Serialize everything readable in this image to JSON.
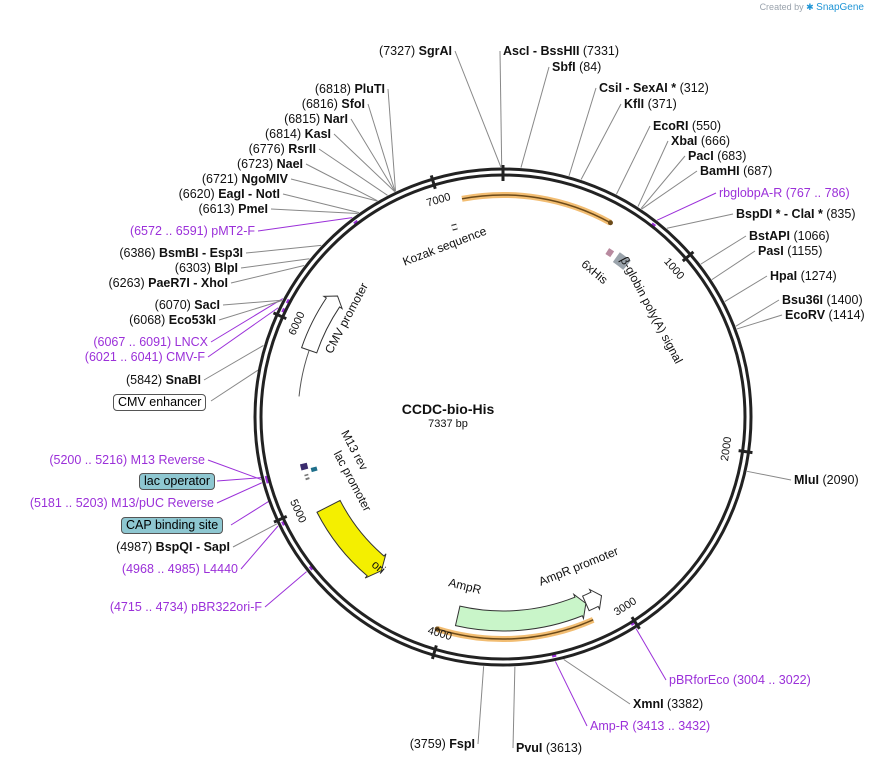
{
  "credit": {
    "prefix": "Created by",
    "brand": "SnapGene"
  },
  "plasmid": {
    "name": "CCDC-bio-His",
    "size_label": "7337 bp",
    "length": 7337
  },
  "ring_ticks": [
    {
      "pos": 1000,
      "label": "1000"
    },
    {
      "pos": 2000,
      "label": "2000"
    },
    {
      "pos": 3000,
      "label": "3000"
    },
    {
      "pos": 4000,
      "label": "4000"
    },
    {
      "pos": 5000,
      "label": "5000"
    },
    {
      "pos": 6000,
      "label": "6000"
    },
    {
      "pos": 7000,
      "label": "7000"
    }
  ],
  "sites": [
    {
      "name": "AscI  -  BssHII",
      "pos_text": "(7331)",
      "bp": 7331,
      "kind": "enzyme"
    },
    {
      "name": "SbfI",
      "pos_text": "(84)",
      "bp": 84,
      "kind": "enzyme"
    },
    {
      "name": "CsiI  -  SexAI *",
      "pos_text": "(312)",
      "bp": 312,
      "kind": "enzyme"
    },
    {
      "name": "KflI",
      "pos_text": "(371)",
      "bp": 371,
      "kind": "enzyme"
    },
    {
      "name": "EcoRI",
      "pos_text": "(550)",
      "bp": 550,
      "kind": "enzyme"
    },
    {
      "name": "XbaI",
      "pos_text": "(666)",
      "bp": 666,
      "kind": "enzyme"
    },
    {
      "name": "PacI",
      "pos_text": "(683)",
      "bp": 683,
      "kind": "enzyme"
    },
    {
      "name": "BamHI",
      "pos_text": "(687)",
      "bp": 687,
      "kind": "enzyme"
    },
    {
      "name": "rbglobpA-R",
      "pos_text": "(767 .. 786)",
      "bp": 776,
      "kind": "primer"
    },
    {
      "name": "BspDI *  -  ClaI *",
      "pos_text": "(835)",
      "bp": 835,
      "kind": "enzyme"
    },
    {
      "name": "BstAPI",
      "pos_text": "(1066)",
      "bp": 1066,
      "kind": "enzyme"
    },
    {
      "name": "PasI",
      "pos_text": "(1155)",
      "bp": 1155,
      "kind": "enzyme"
    },
    {
      "name": "HpaI",
      "pos_text": "(1274)",
      "bp": 1274,
      "kind": "enzyme"
    },
    {
      "name": "Bsu36I",
      "pos_text": "(1400)",
      "bp": 1400,
      "kind": "enzyme"
    },
    {
      "name": "EcoRV",
      "pos_text": "(1414)",
      "bp": 1414,
      "kind": "enzyme"
    },
    {
      "name": "MluI",
      "pos_text": "(2090)",
      "bp": 2090,
      "kind": "enzyme"
    },
    {
      "name": "pBRforEco",
      "pos_text": "(3004 .. 3022)",
      "bp": 3013,
      "kind": "primer"
    },
    {
      "name": "XmnI",
      "pos_text": "(3382)",
      "bp": 3382,
      "kind": "enzyme"
    },
    {
      "name": "Amp-R",
      "pos_text": "(3413 .. 3432)",
      "bp": 3422,
      "kind": "primer"
    },
    {
      "name": "PvuI",
      "pos_text": "(3613)",
      "bp": 3613,
      "kind": "enzyme"
    },
    {
      "name": "FspI",
      "pos_text": "(3759)",
      "bp": 3759,
      "kind": "enzyme"
    },
    {
      "name": "pBR322ori-F",
      "pos_text": "(4715 .. 4734)",
      "bp": 4724,
      "kind": "primer"
    },
    {
      "name": "L4440",
      "pos_text": "(4968 .. 4985)",
      "bp": 4976,
      "kind": "primer"
    },
    {
      "name": "BspQI  -  SapI",
      "pos_text": "(4987)",
      "bp": 4987,
      "kind": "enzyme"
    },
    {
      "name": "M13/pUC Reverse",
      "pos_text": "(5181 .. 5203)",
      "bp": 5192,
      "kind": "primer"
    },
    {
      "name": "M13 Reverse",
      "pos_text": "(5200 .. 5216)",
      "bp": 5208,
      "kind": "primer"
    },
    {
      "name": "SnaBI",
      "pos_text": "(5842)",
      "bp": 5842,
      "kind": "enzyme"
    },
    {
      "name": "CMV-F",
      "pos_text": "(6021 .. 6041)",
      "bp": 6031,
      "kind": "primer"
    },
    {
      "name": "LNCX",
      "pos_text": "(6067 .. 6091)",
      "bp": 6079,
      "kind": "primer"
    },
    {
      "name": "Eco53kI",
      "pos_text": "(6068)",
      "bp": 6068,
      "kind": "enzyme"
    },
    {
      "name": "SacI",
      "pos_text": "(6070)",
      "bp": 6070,
      "kind": "enzyme"
    },
    {
      "name": "PaeR7I  -  XhoI",
      "pos_text": "(6263)",
      "bp": 6263,
      "kind": "enzyme"
    },
    {
      "name": "BlpI",
      "pos_text": "(6303)",
      "bp": 6303,
      "kind": "enzyme"
    },
    {
      "name": "BsmBI  -  Esp3I",
      "pos_text": "(6386)",
      "bp": 6386,
      "kind": "enzyme"
    },
    {
      "name": "pMT2-F",
      "pos_text": "(6572 .. 6591)",
      "bp": 6581,
      "kind": "primer"
    },
    {
      "name": "PmeI",
      "pos_text": "(6613)",
      "bp": 6613,
      "kind": "enzyme"
    },
    {
      "name": "EagI  -  NotI",
      "pos_text": "(6620)",
      "bp": 6620,
      "kind": "enzyme"
    },
    {
      "name": "NgoMIV",
      "pos_text": "(6721)",
      "bp": 6721,
      "kind": "enzyme"
    },
    {
      "name": "NaeI",
      "pos_text": "(6723)",
      "bp": 6723,
      "kind": "enzyme"
    },
    {
      "name": "RsrII",
      "pos_text": "(6776)",
      "bp": 6776,
      "kind": "enzyme"
    },
    {
      "name": "KasI",
      "pos_text": "(6814)",
      "bp": 6814,
      "kind": "enzyme"
    },
    {
      "name": "NarI",
      "pos_text": "(6815)",
      "bp": 6815,
      "kind": "enzyme"
    },
    {
      "name": "SfoI",
      "pos_text": "(6816)",
      "bp": 6816,
      "kind": "enzyme"
    },
    {
      "name": "PluTI",
      "pos_text": "(6818)",
      "bp": 6818,
      "kind": "enzyme"
    },
    {
      "name": "SgrAI",
      "pos_text": "(7327)",
      "bp": 7327,
      "kind": "enzyme"
    }
  ],
  "box_labels": {
    "cmv_enhancer": "CMV enhancer",
    "lac_operator": "lac operator",
    "cap_binding_site": "CAP binding site"
  },
  "features": {
    "kozak": "Kozak sequence",
    "his": "6xHis",
    "beta_globin": "β-globin poly(A) signal",
    "cmv_promoter": "CMV promoter",
    "m13_rev": "M13 rev",
    "lac_promoter": "lac promoter",
    "ori": "ori",
    "ampr": "AmpR",
    "ampr_promoter": "AmpR promoter"
  },
  "colors": {
    "backbone": "#222222",
    "primer": "#9b30d9",
    "orf_highlight": "#f2bd72",
    "ampr_fill": "#c9f5c9",
    "ori_fill": "#f4ef00",
    "promoter_fill": "#ffffff",
    "polya_fill": "#9aa3ab",
    "his_fill": "#b88a9f",
    "teal_box": "#8ec7d1"
  }
}
